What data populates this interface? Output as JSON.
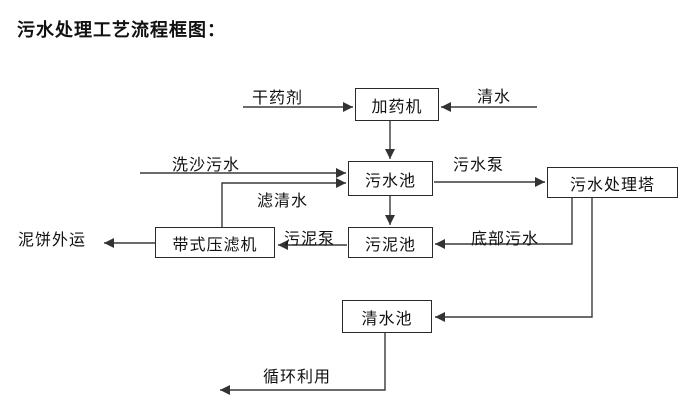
{
  "title": "污水处理工艺流程框图：",
  "colors": {
    "line": "#333333",
    "text": "#111111",
    "background": "#ffffff"
  },
  "nodes": {
    "dosing_machine": {
      "label": "加药机"
    },
    "sewage_pool": {
      "label": "污水池"
    },
    "treatment_tower": {
      "label": "污水处理塔"
    },
    "sludge_pool": {
      "label": "污泥池"
    },
    "belt_filter_press": {
      "label": "带式压滤机"
    },
    "clear_water_pool": {
      "label": "清水池"
    }
  },
  "flow_labels": {
    "dry_agent": "干药剂",
    "clear_water": "清水",
    "sand_washing_sewage": "洗沙污水",
    "sewage_pump": "污水泵",
    "filtered_water": "滤清水",
    "bottom_sewage": "底部污水",
    "sludge_pump": "污泥泵",
    "mud_cake_out": "泥饼外运",
    "recycle_use": "循环利用"
  }
}
